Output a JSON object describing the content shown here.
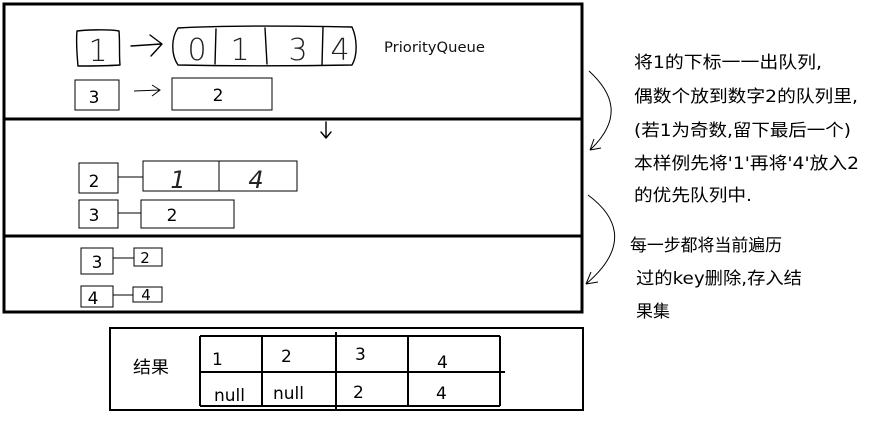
{
  "stage1": {
    "key_one": "1",
    "key_one_queue": [
      "0",
      "1",
      "3",
      "4"
    ],
    "queue_type_label": "PriorityQueue",
    "key_three": "3",
    "key_three_queue": [
      "2"
    ]
  },
  "stage2": {
    "rows": [
      {
        "key": "2",
        "queue": [
          "1",
          "4"
        ]
      },
      {
        "key": "3",
        "queue": [
          "2"
        ]
      }
    ]
  },
  "stage3": {
    "rows": [
      {
        "key": "3",
        "queue": [
          "2"
        ]
      },
      {
        "key": "4",
        "queue": [
          "4"
        ]
      }
    ]
  },
  "notes": {
    "first": [
      "将1的下标一一出队列,",
      "偶数个放到数字2的队列里,",
      "(若1为奇数,留下最后一个)",
      "本样例先将'1'再将'4'放入2",
      "的优先队列中."
    ],
    "second": [
      "每一步都将当前遍历",
      "过的key删除,存入结",
      "果集"
    ]
  },
  "result": {
    "label": "结果",
    "keys": [
      "1",
      "2",
      "3",
      "4"
    ],
    "values": [
      "null",
      "null",
      "2",
      "4"
    ]
  }
}
